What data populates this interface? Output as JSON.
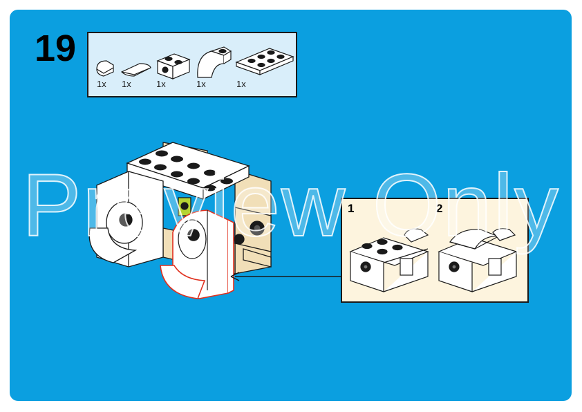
{
  "step": {
    "number": "19"
  },
  "parts": [
    {
      "name": "quarter-round-tile-1x1",
      "quantity": "1x"
    },
    {
      "name": "half-round-tile-1x2",
      "quantity": "1x"
    },
    {
      "name": "technic-brick-1x2-with-hole",
      "quantity": "1x"
    },
    {
      "name": "curved-slope-brick",
      "quantity": "1x"
    },
    {
      "name": "plate-2x4",
      "quantity": "1x"
    }
  ],
  "callout": {
    "sub_steps": [
      "1",
      "2"
    ]
  },
  "watermark": {
    "text": "Preview Only"
  },
  "colors": {
    "page_background": "#0b9fe0",
    "parts_box_background": "#d9eefa",
    "callout_background": "#fdf4de",
    "brick_white": "#ffffff",
    "brick_tan": "#f1dfb8",
    "highlight_red": "#e0301e",
    "lime": "#b5d334"
  }
}
